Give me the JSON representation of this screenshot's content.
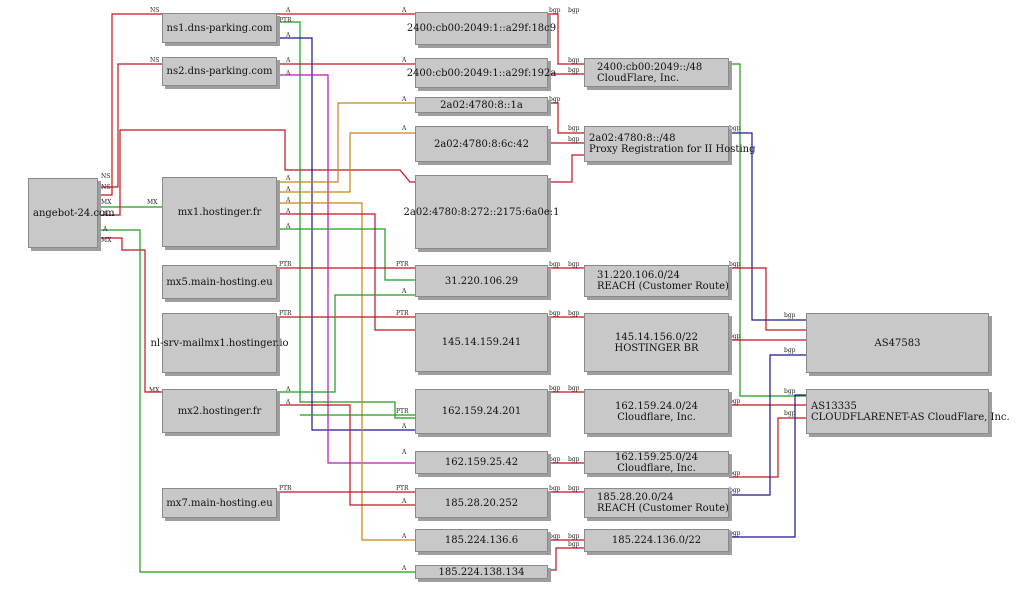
{
  "nodes": {
    "domain": "angebot-24.com",
    "ns1": "ns1.dns-parking.com",
    "ns2": "ns2.dns-parking.com",
    "mx1": "mx1.hostinger.fr",
    "mx5": "mx5.main-hosting.eu",
    "nlsrv": "nl-srv-mailmx1.hostinger.io",
    "mx2": "mx2.hostinger.fr",
    "mx7": "mx7.main-hosting.eu",
    "ip_v6_a": "2400:cb00:2049:1::a29f:18c9",
    "ip_v6_b": "2400:cb00:2049:1::a29f:192a",
    "ip_v6_c": "2a02:4780:8::1a",
    "ip_v6_d": "2a02:4780:8:6c:42",
    "ip_v6_e": "2a02:4780:8:272::2175:6a0e:1",
    "ip_31": "31.220.106.29",
    "ip_145": "145.14.159.241",
    "ip_162a": "162.159.24.201",
    "ip_162b": "162.159.25.42",
    "ip_185a": "185.28.20.252",
    "ip_185b": "185.224.136.6",
    "ip_185c": "185.224.138.134",
    "pfx_cf6": [
      "2400:cb00:2049::/48",
      "CloudFlare, Inc."
    ],
    "pfx_proxy": [
      "2a02:4780:8::/48",
      "Proxy Registration for II Hosting"
    ],
    "pfx_31": [
      "31.220.106.0/24",
      "REACH (Customer Route)"
    ],
    "pfx_145": [
      "145.14.156.0/22",
      "HOSTINGER BR"
    ],
    "pfx_162a": [
      "162.159.24.0/24",
      "Cloudflare, Inc."
    ],
    "pfx_162b": [
      "162.159.25.0/24",
      "Cloudflare, Inc."
    ],
    "pfx_185a": [
      "185.28.20.0/24",
      "REACH (Customer Route)"
    ],
    "pfx_185b": [
      "185.224.136.0/22"
    ],
    "as1": [
      "AS47583"
    ],
    "as2": [
      "AS13335",
      "CLOUDFLARENET-AS CloudFlare, Inc."
    ]
  },
  "edge_labels": {
    "ns": "NS",
    "mx": "MX",
    "a": "A",
    "ptr": "PTR",
    "bgp": "bgp"
  },
  "colors": {
    "red": "#c0141e",
    "green": "#1f9a1f",
    "blue": "#17178f",
    "magenta": "#b618b6",
    "orange": "#c68418",
    "node_fill": "#c8c8c8"
  }
}
